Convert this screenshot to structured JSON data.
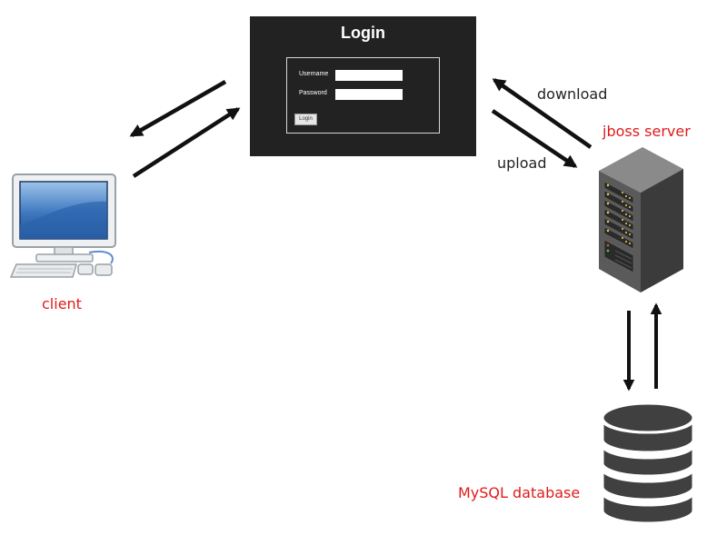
{
  "login": {
    "title": "Login",
    "username_label": "Username",
    "password_label": "Password",
    "username_value": "",
    "password_value": "",
    "button_label": "Login"
  },
  "nodes": {
    "client": "client",
    "server": "jboss server",
    "database": "MySQL database"
  },
  "edges": {
    "download": "download",
    "upload": "upload"
  },
  "colors": {
    "node_label": "#e01b1b",
    "edge_label": "#222222",
    "panel_bg": "#222222",
    "arrow": "#111111"
  }
}
